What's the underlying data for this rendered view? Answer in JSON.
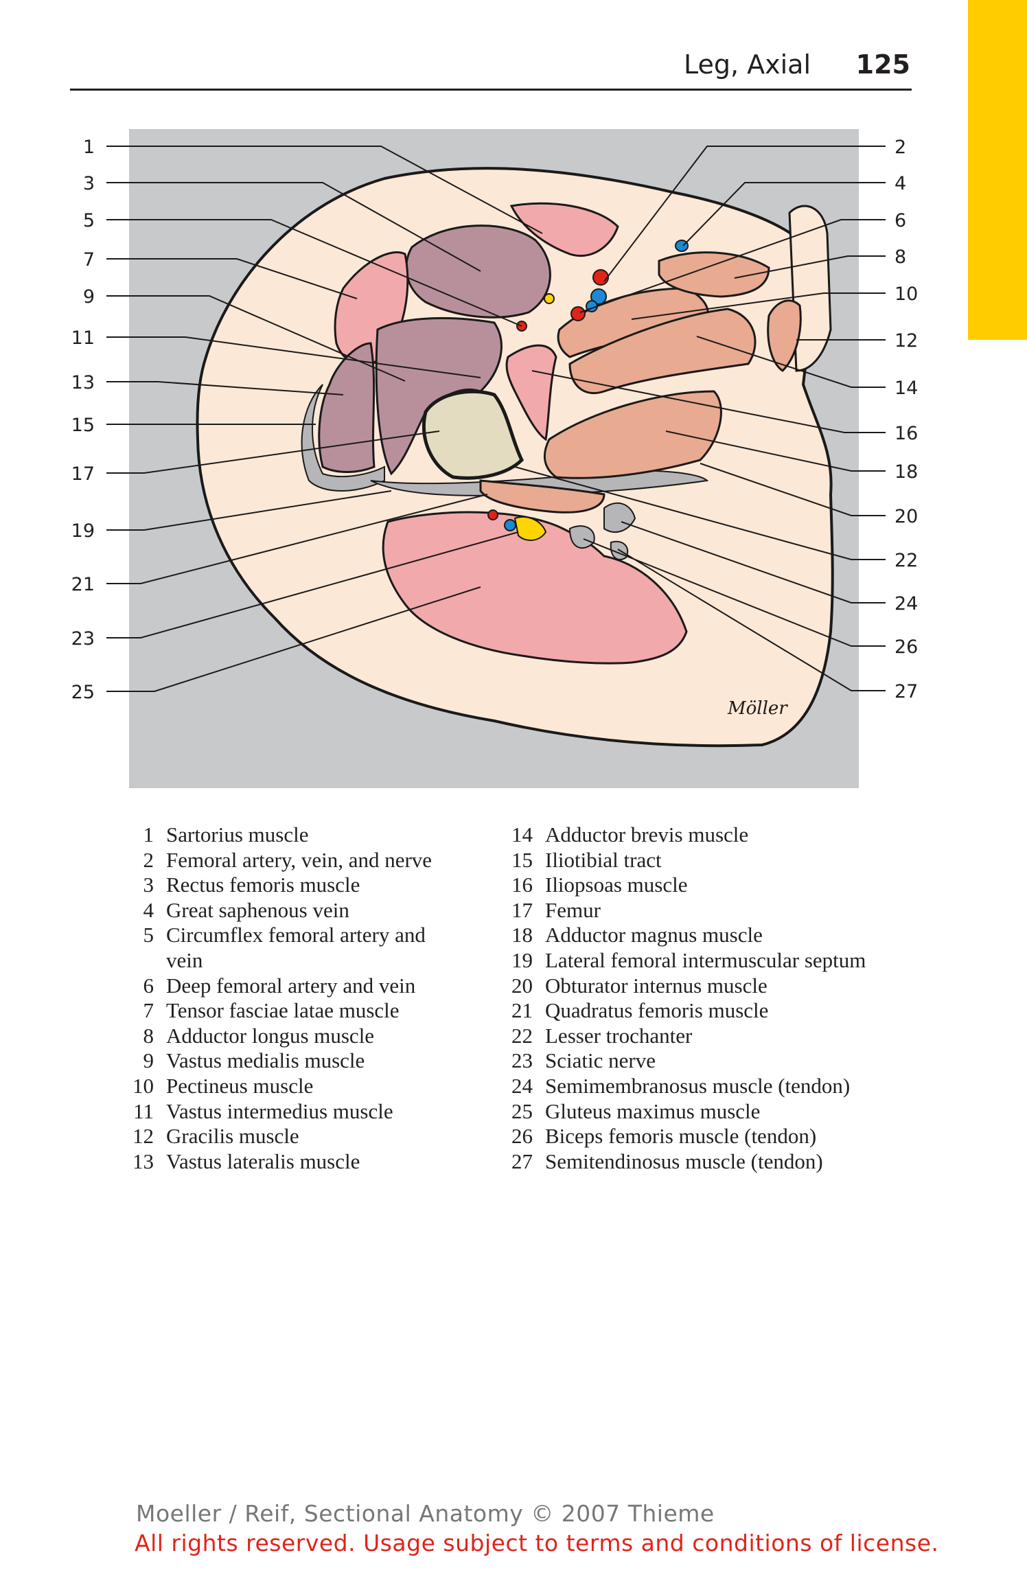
{
  "header": {
    "title": "Leg, Axial",
    "page_number": "125"
  },
  "figure": {
    "callouts_left": [
      "1",
      "3",
      "5",
      "7",
      "9",
      "11",
      "13",
      "15",
      "17",
      "19",
      "21",
      "23",
      "25"
    ],
    "callouts_right": [
      "2",
      "4",
      "6",
      "8",
      "10",
      "12",
      "14",
      "16",
      "18",
      "20",
      "22",
      "24",
      "26",
      "27"
    ],
    "signature": "Möller",
    "colors": {
      "background": "#c8c9cb",
      "fat": "#fce8d6",
      "muscle_pink": "#f2a9ab",
      "muscle_purple": "#b8909b",
      "muscle_salmon": "#e8aa90",
      "bone": "#e4dcc0",
      "artery": "#e2231a",
      "vein": "#1a8ad4",
      "nerve": "#ffd400",
      "tab": "#ffcc00"
    }
  },
  "legend": {
    "left": [
      {
        "num": "1",
        "text": "Sartorius muscle"
      },
      {
        "num": "2",
        "text": "Femoral artery, vein, and nerve"
      },
      {
        "num": "3",
        "text": "Rectus femoris muscle"
      },
      {
        "num": "4",
        "text": "Great saphenous vein"
      },
      {
        "num": "5",
        "text": "Circumflex femoral artery and"
      },
      {
        "num": "",
        "text": "vein"
      },
      {
        "num": "6",
        "text": "Deep femoral artery and vein"
      },
      {
        "num": "7",
        "text": "Tensor fasciae latae muscle"
      },
      {
        "num": "8",
        "text": "Adductor longus muscle"
      },
      {
        "num": "9",
        "text": "Vastus medialis muscle"
      },
      {
        "num": "10",
        "text": "Pectineus muscle"
      },
      {
        "num": "11",
        "text": "Vastus intermedius muscle"
      },
      {
        "num": "12",
        "text": "Gracilis muscle"
      },
      {
        "num": "13",
        "text": "Vastus lateralis muscle"
      }
    ],
    "right": [
      {
        "num": "14",
        "text": "Adductor brevis muscle"
      },
      {
        "num": "15",
        "text": "Iliotibial tract"
      },
      {
        "num": "16",
        "text": "Iliopsoas muscle"
      },
      {
        "num": "17",
        "text": "Femur"
      },
      {
        "num": "18",
        "text": "Adductor magnus muscle"
      },
      {
        "num": "19",
        "text": "Lateral femoral intermuscular septum"
      },
      {
        "num": "20",
        "text": "Obturator internus muscle"
      },
      {
        "num": "21",
        "text": "Quadratus femoris muscle"
      },
      {
        "num": "22",
        "text": "Lesser trochanter"
      },
      {
        "num": "23",
        "text": "Sciatic nerve"
      },
      {
        "num": "24",
        "text": "Semimembranosus muscle (tendon)"
      },
      {
        "num": "25",
        "text": "Gluteus maximus muscle"
      },
      {
        "num": "26",
        "text": "Biceps femoris muscle (tendon)"
      },
      {
        "num": "27",
        "text": "Semitendinosus muscle (tendon)"
      }
    ]
  },
  "footer": {
    "line1": "Moeller / Reif, Sectional Anatomy © 2007 Thieme",
    "line2": "All rights reserved. Usage subject to terms and conditions of license."
  }
}
